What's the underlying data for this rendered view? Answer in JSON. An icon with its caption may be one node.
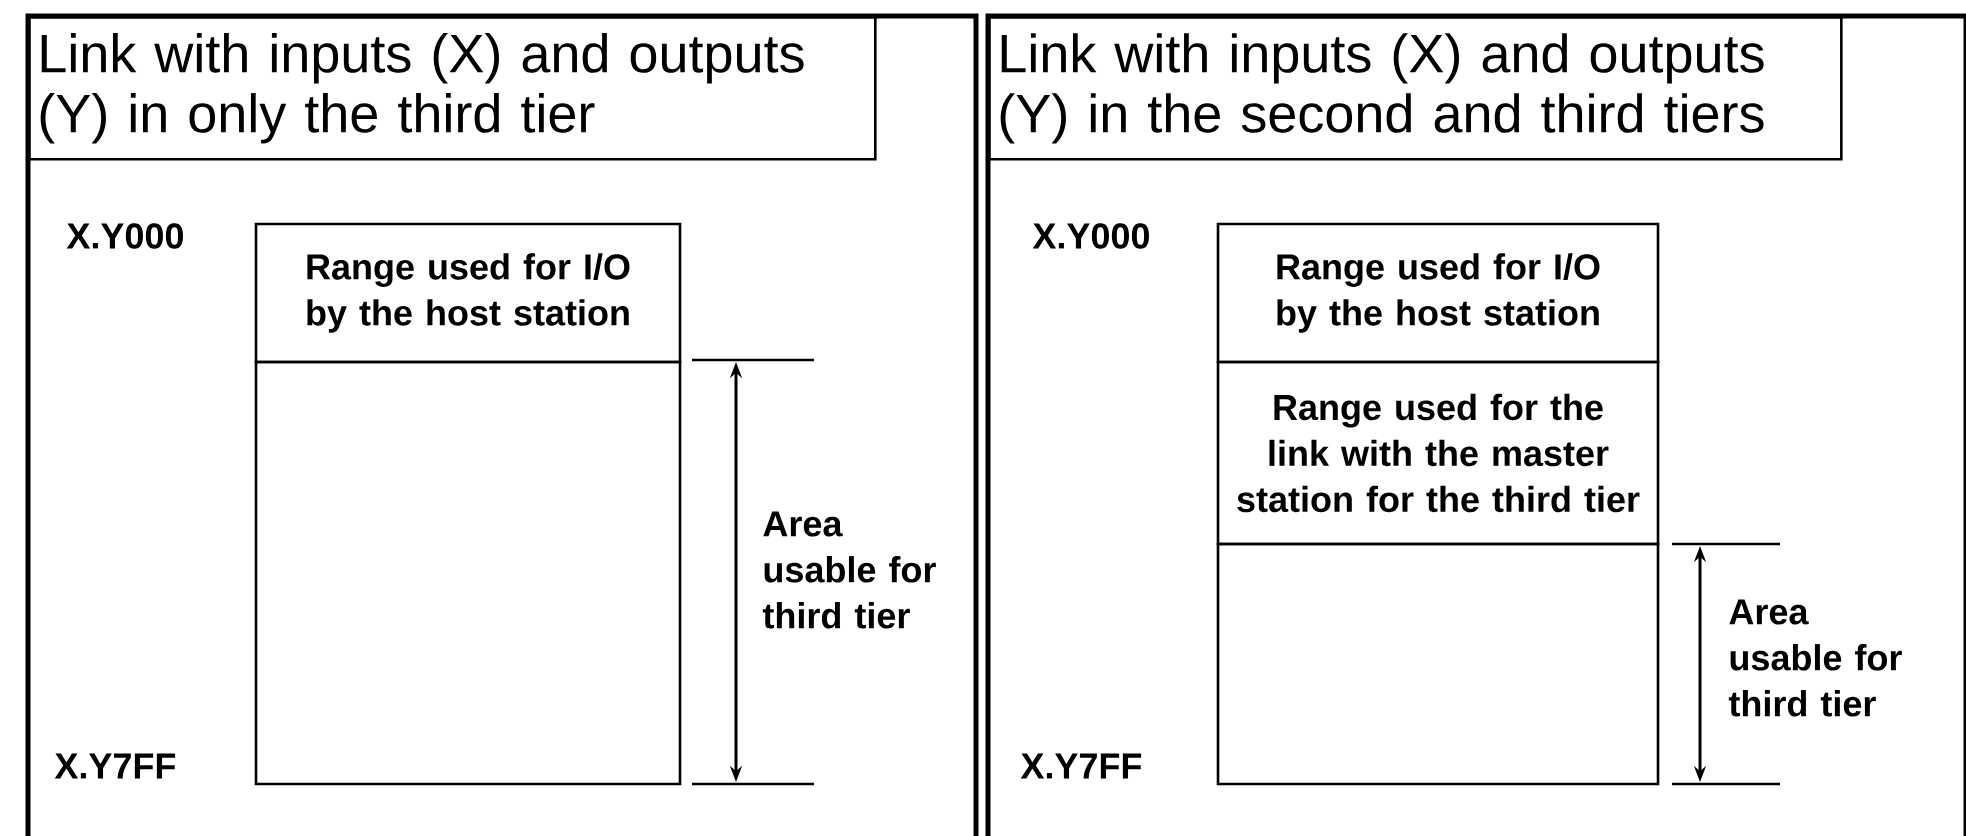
{
  "diagram": {
    "nodes": [
      {
        "text": [
          "Link with inputs (X) and outputs (Y) in only the third tier"
        ]
      },
      {
        "text": [
          "Range used for I/O by the host station"
        ],
        "in": 0
      },
      {
        "text": [],
        "shape": "box",
        "in": 0
      },
      {
        "text": [
          "Link with inputs (X) and outputs (Y) in the second and third tiers"
        ]
      },
      {
        "text": [
          "Range used for I/O by the host station"
        ],
        "in": 3
      },
      {
        "text": [
          "Range used for the link with the master station for the third tier"
        ],
        "in": 3
      },
      {
        "text": [],
        "shape": "box",
        "in": 3
      }
    ],
    "labels": [
      "X.Y000",
      "X.Y7FF",
      "Area usable for third tier",
      "X.Y000",
      "X.Y7FF",
      "Area usable for third tier"
    ]
  }
}
